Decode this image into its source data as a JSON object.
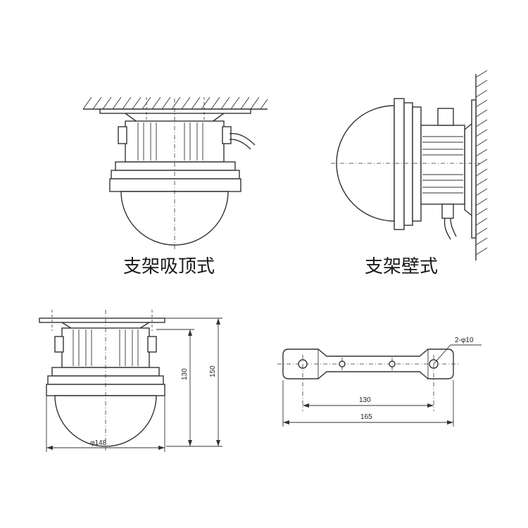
{
  "captions": {
    "ceiling_mount": "支架吸顶式",
    "wall_mount": "支架壁式"
  },
  "dimensions": {
    "height_body": "130",
    "height_total": "150",
    "diameter": "φ148",
    "hole_spacing": "130",
    "bracket_length": "165",
    "hole_spec": "2-φ10"
  }
}
